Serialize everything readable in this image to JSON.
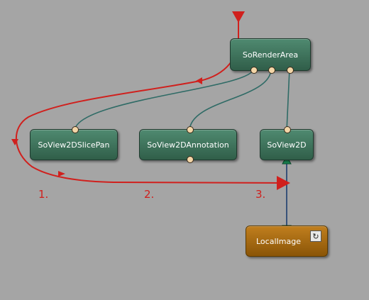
{
  "nodes": {
    "render_area": {
      "label": "SoRenderArea"
    },
    "slice_pan": {
      "label": "SoView2DSlicePan"
    },
    "annotation": {
      "label": "SoView2DAnnotation"
    },
    "view2d": {
      "label": "SoView2D"
    },
    "local_image": {
      "label": "LocalImage",
      "reload_icon": "reload-icon"
    }
  },
  "steps": [
    "1.",
    "2.",
    "3."
  ],
  "colors": {
    "background": "#a5a5a5",
    "node_green": "#3f735c",
    "module_orange": "#a86a12",
    "connection": "#2f6b66",
    "annotation_red": "#d0201d"
  }
}
